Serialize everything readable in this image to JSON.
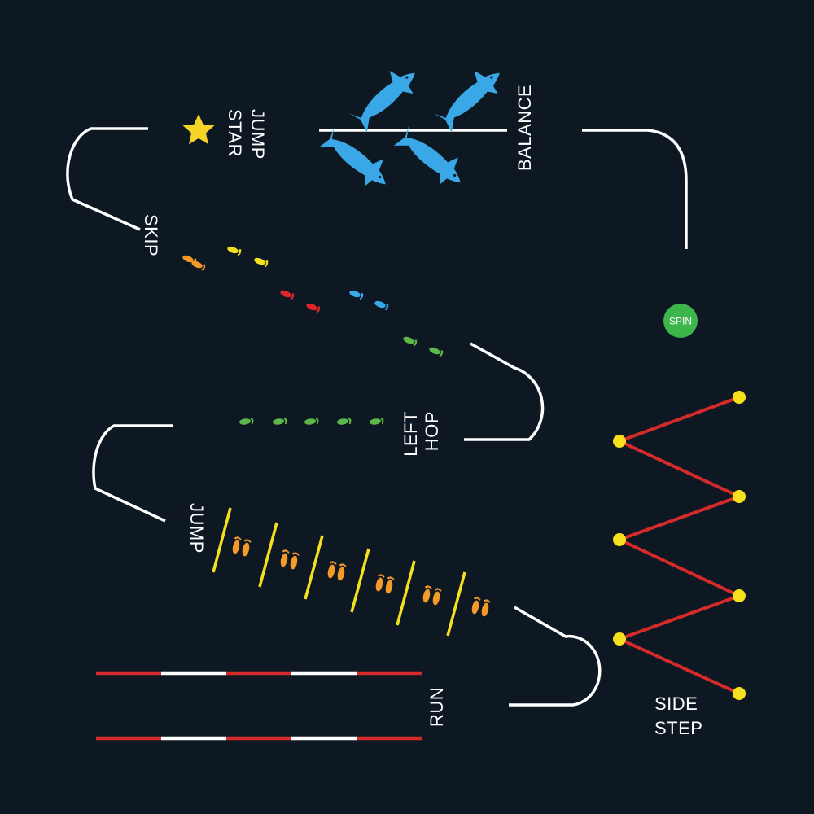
{
  "labels": {
    "star_jump_1": "STAR",
    "star_jump_2": "JUMP",
    "balance": "BALANCE",
    "skip": "SKIP",
    "spin": "SPIN",
    "left_hop_1": "LEFT",
    "left_hop_2": "HOP",
    "jump": "JUMP",
    "run": "RUN",
    "side_step_1": "SIDE",
    "side_step_2": "STEP"
  },
  "colors": {
    "background": "#0d1823",
    "track_line": "#ffffff",
    "star": "#f5d327",
    "shark": "#3aa7e6",
    "spin_dot": "#3cb54a",
    "zigzag_line": "#d42a2a",
    "zigzag_dot": "#f5e01e",
    "jump_bar": "#f5e01e",
    "jump_feet": "#f39a2a",
    "run_red": "#d42a2a",
    "run_white": "#ffffff",
    "foot_orange": "#f39a2a",
    "foot_yellow": "#f5e01e",
    "foot_red": "#e02626",
    "foot_blue": "#3aa7e6",
    "foot_green": "#5cb848"
  },
  "icons": [
    "star-icon",
    "shark-icon",
    "footprint-icon"
  ]
}
